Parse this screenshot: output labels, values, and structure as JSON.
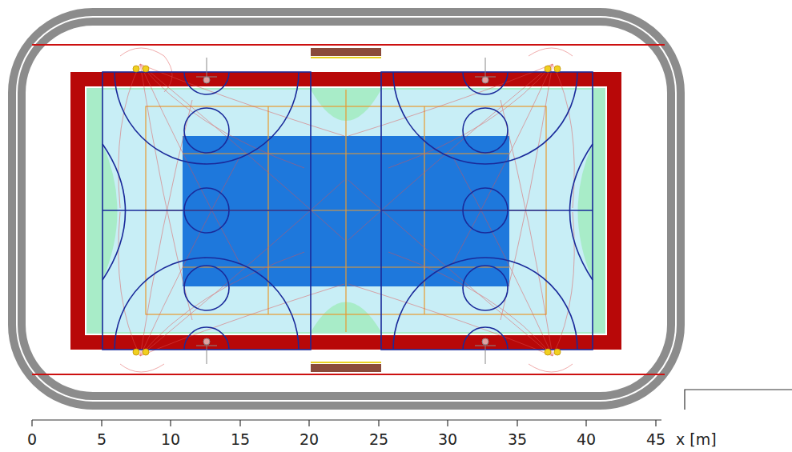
{
  "diagram": {
    "labels": [
      "0",
      "5",
      "10",
      "15",
      "20",
      "25",
      "30",
      "35",
      "40",
      "45",
      "x [m]"
    ]
  }
}
